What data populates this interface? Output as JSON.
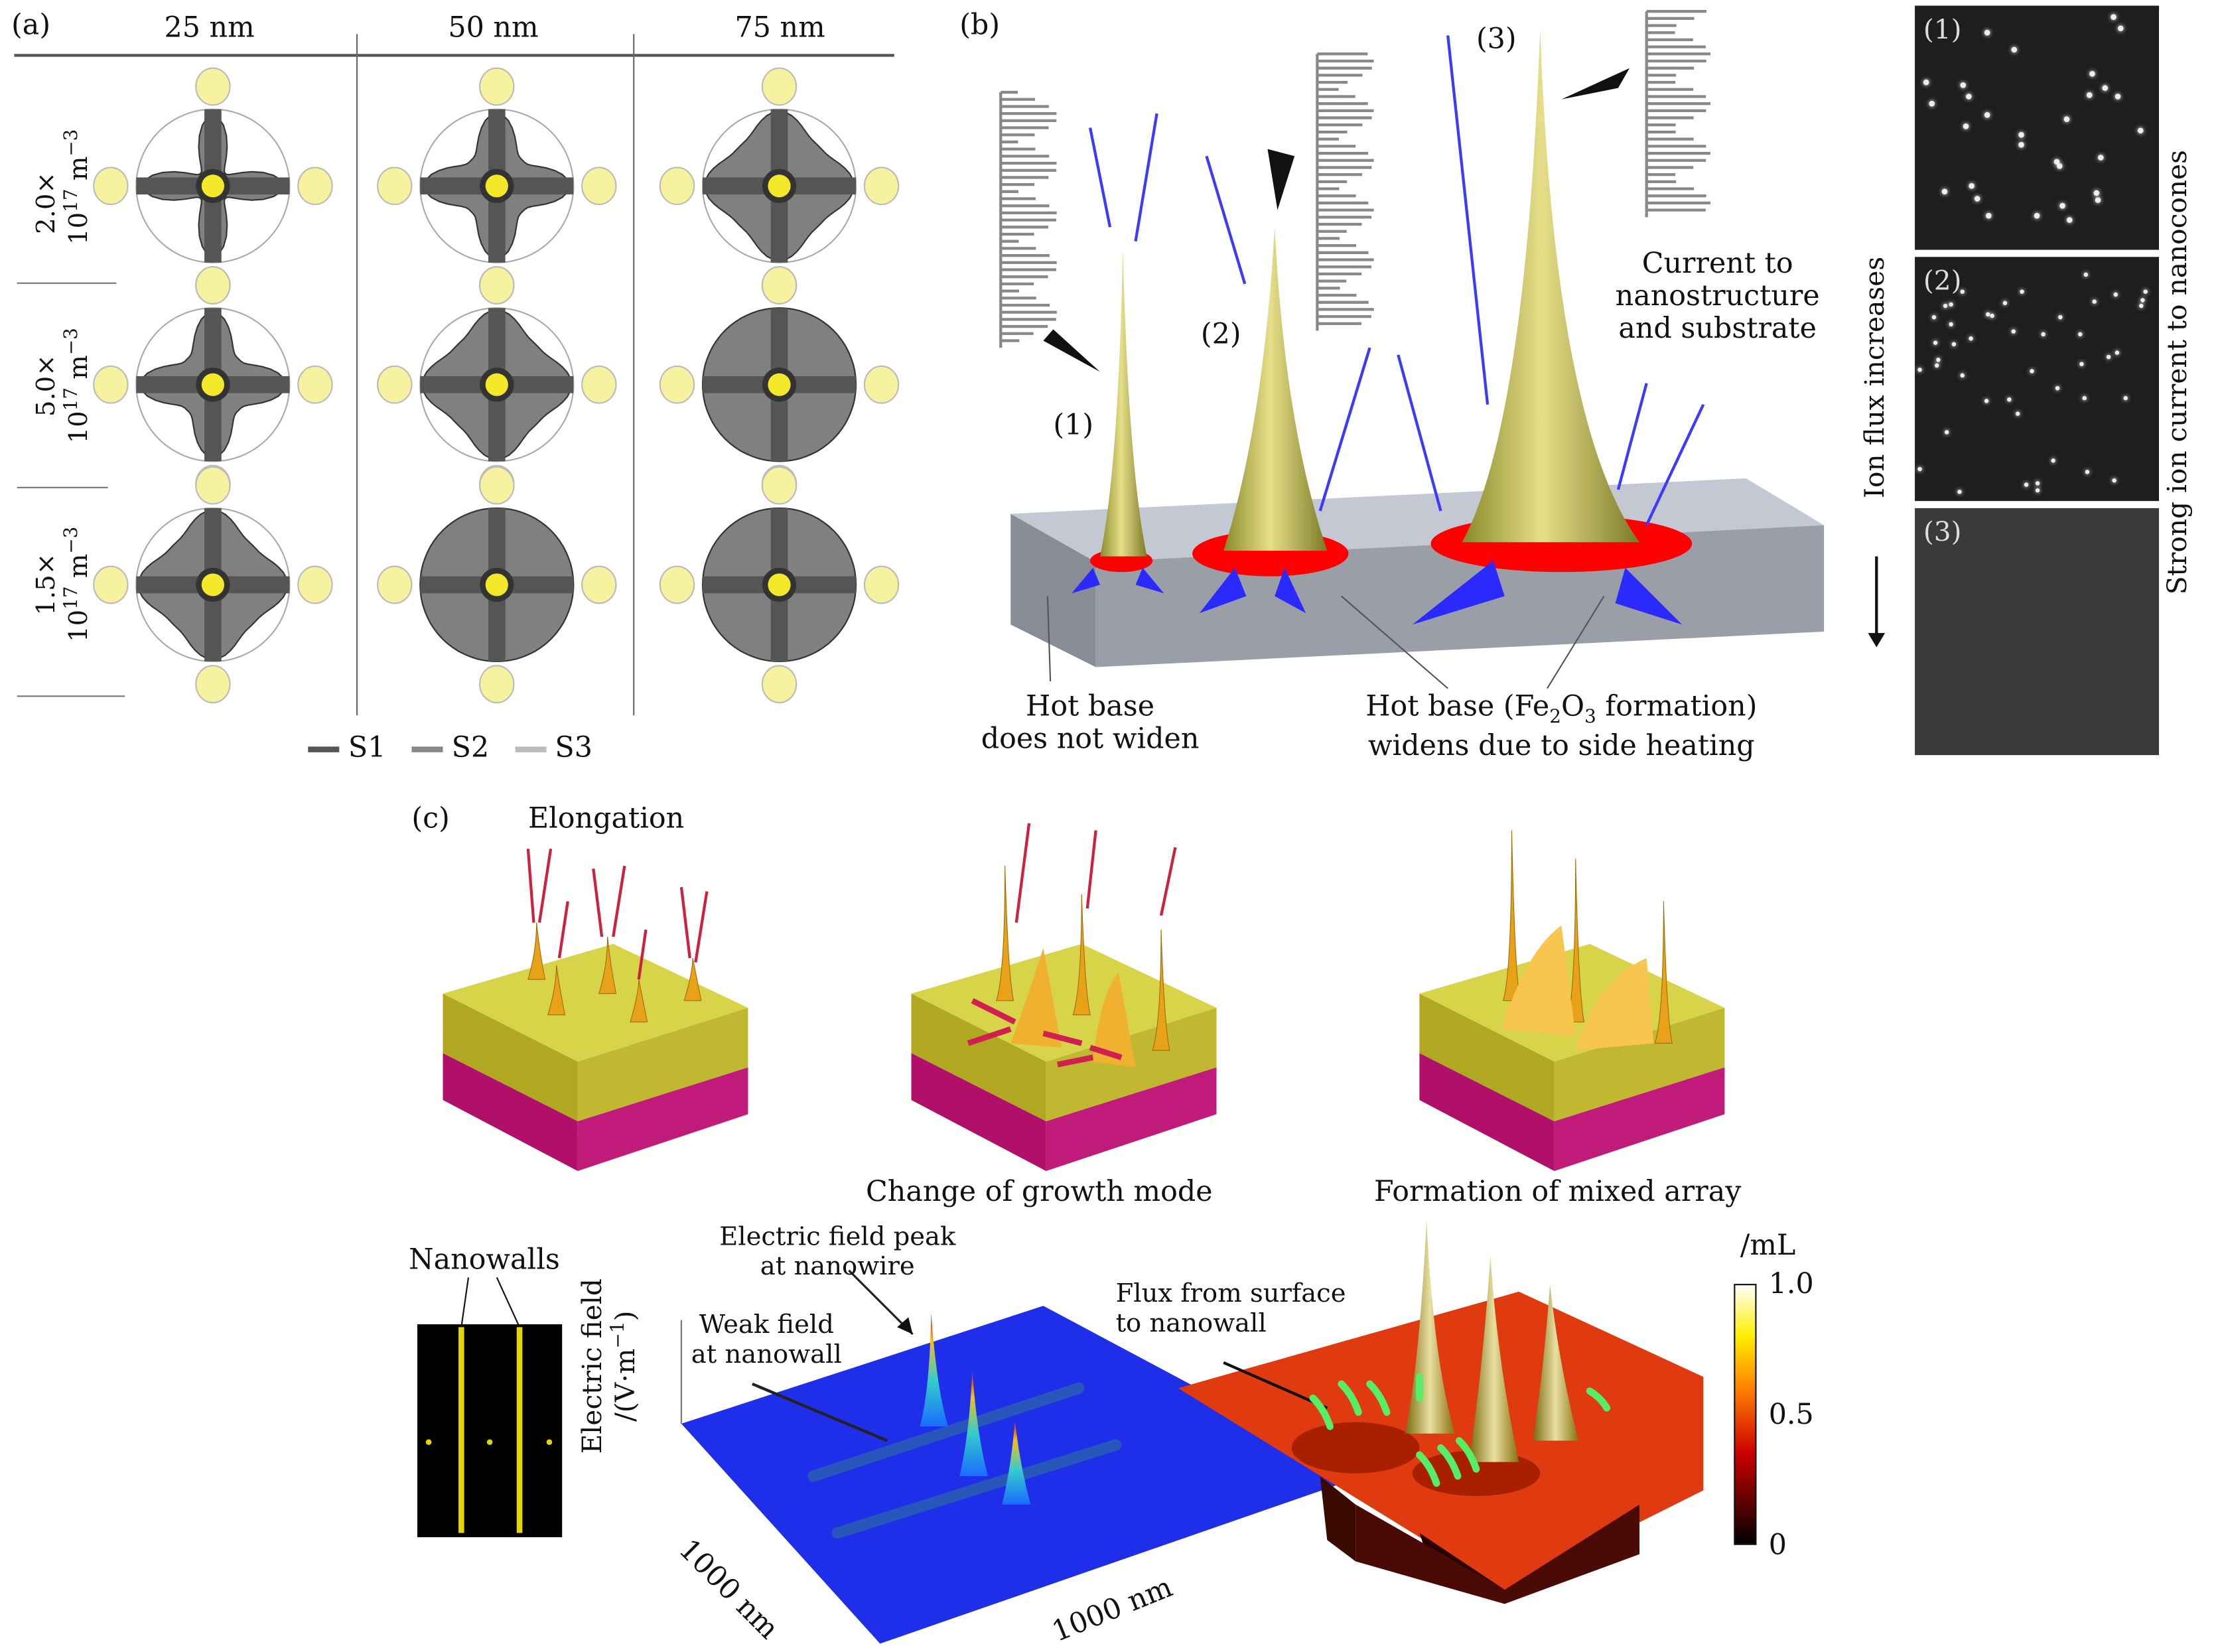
{
  "panel_a": {
    "label": "(a)",
    "columns": [
      "25 nm",
      "50 nm",
      "75 nm"
    ],
    "rows": [
      {
        "coef": "2.0×",
        "base": "10",
        "exp": "17",
        "unit": "m",
        "unit_exp": "−3"
      },
      {
        "coef": "5.0×",
        "base": "10",
        "exp": "17",
        "unit": "m",
        "unit_exp": "−3"
      },
      {
        "coef": "1.5×",
        "base": "10",
        "exp": "17",
        "unit": "m",
        "unit_exp": "−3"
      }
    ],
    "legend": [
      "S1",
      "S2",
      "S3"
    ],
    "legend_colors": [
      "#555555",
      "#888888",
      "#bbbbbb"
    ]
  },
  "panel_b": {
    "label": "(b)",
    "cones": [
      "(1)",
      "(2)",
      "(3)"
    ],
    "current_text": [
      "Current to",
      "nanostructure",
      "and substrate"
    ],
    "hot_base_left": [
      "Hot base",
      "does not widen"
    ],
    "hot_base_right_prefix": "Hot base (Fe",
    "sub1": "2",
    "mid": "O",
    "sub2": "3",
    "hot_base_right_suffix": " formation)",
    "hot_base_right_line2": "widens due to side heating",
    "side_left": "Ion flux increases",
    "side_right": "Strong ion current to nanocones",
    "micrographs": [
      "(1)",
      "(2)",
      "(3)"
    ]
  },
  "panel_c": {
    "label": "(c)",
    "stage_labels": [
      "Elongation",
      "Change of growth mode",
      "Formation of mixed array"
    ],
    "nanowalls": "Nanowalls",
    "efield_peak": [
      "Electric field peak",
      "at nanowire"
    ],
    "weak_field": [
      "Weak field",
      "at nanowall"
    ],
    "axis_label_1": "Electric field",
    "axis_label_2": "/(V·m",
    "axis_label_exp": "−1",
    "axis_label_3": ")",
    "axis_x1": "1000 nm",
    "axis_x2": "1000 nm",
    "flux": [
      "Flux from surface",
      "to nanowall"
    ],
    "colorbar_unit": "/mL",
    "colorbar_ticks": [
      "1.0",
      "0.5",
      "0"
    ]
  }
}
